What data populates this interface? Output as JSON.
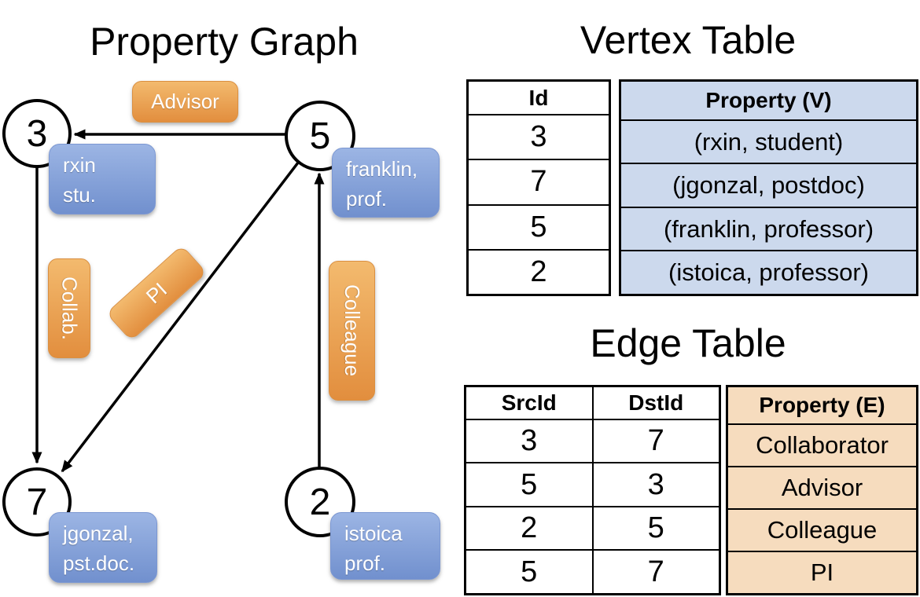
{
  "graph": {
    "title": "Property Graph",
    "nodes": [
      {
        "id": "3",
        "property_lines": [
          "rxin",
          "stu."
        ]
      },
      {
        "id": "5",
        "property_lines": [
          "franklin,",
          "prof."
        ]
      },
      {
        "id": "7",
        "property_lines": [
          "jgonzal,",
          "pst.doc."
        ]
      },
      {
        "id": "2",
        "property_lines": [
          "istoica",
          "prof."
        ]
      }
    ],
    "edges": [
      {
        "src": "5",
        "dst": "3",
        "label": "Advisor"
      },
      {
        "src": "3",
        "dst": "7",
        "label": "Collab."
      },
      {
        "src": "5",
        "dst": "7",
        "label": "PI"
      },
      {
        "src": "2",
        "dst": "5",
        "label": "Colleague"
      }
    ]
  },
  "vertex_table": {
    "title": "Vertex Table",
    "columns": {
      "id": "Id",
      "property": "Property (V)"
    },
    "rows": [
      {
        "id": "3",
        "property": "(rxin, student)"
      },
      {
        "id": "7",
        "property": "(jgonzal, postdoc)"
      },
      {
        "id": "5",
        "property": "(franklin, professor)"
      },
      {
        "id": "2",
        "property": "(istoica, professor)"
      }
    ]
  },
  "edge_table": {
    "title": "Edge Table",
    "columns": {
      "src": "SrcId",
      "dst": "DstId",
      "property": "Property (E)"
    },
    "rows": [
      {
        "src": "3",
        "dst": "7",
        "property": "Collaborator"
      },
      {
        "src": "5",
        "dst": "3",
        "property": "Advisor"
      },
      {
        "src": "2",
        "dst": "5",
        "property": "Colleague"
      },
      {
        "src": "5",
        "dst": "7",
        "property": "PI"
      }
    ]
  },
  "colors": {
    "edge_box_top": "#f3ba6e",
    "edge_box_bottom": "#e28e3e",
    "vertex_box_top": "#9cb5e4",
    "vertex_box_bottom": "#7190ce",
    "vertex_cell_fill": "#ccd9ed",
    "edge_cell_fill": "#f6dcbe",
    "line_color": "#000000"
  }
}
